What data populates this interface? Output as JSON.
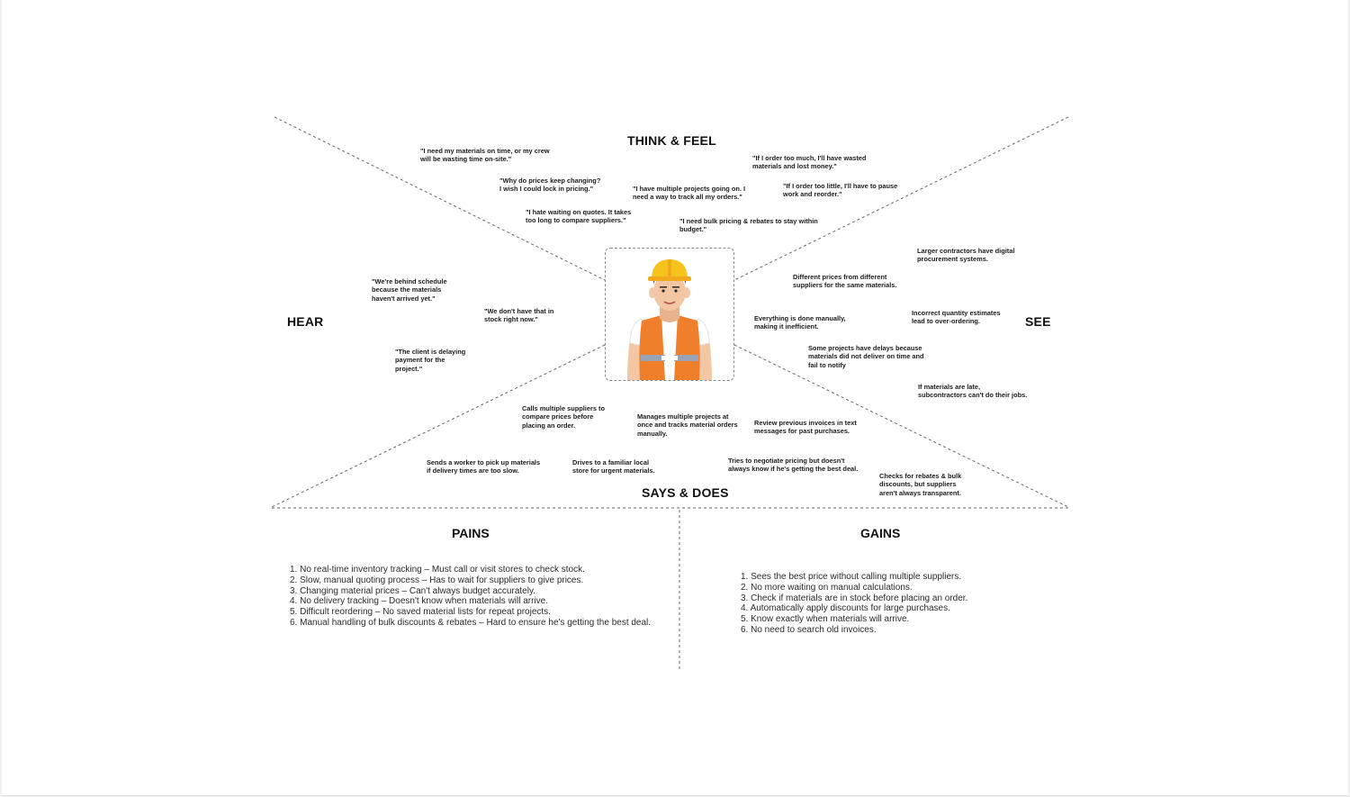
{
  "map": {
    "quadrants": {
      "think_feel": "THINK & FEEL",
      "hear": "HEAR",
      "see": "SEE",
      "says_does": "SAYS & DOES"
    },
    "think_feel_notes": [
      "\"I need my materials on time, or my crew\nwill be wasting time on-site.\"",
      "\"Why do prices keep changing?\nI wish I could lock in pricing.\"",
      "\"I hate waiting on quotes. It takes\ntoo long to compare suppliers.\"",
      "\"I have multiple projects going on. I\nneed a way to track all my orders.\"",
      "\"I need bulk pricing & rebates to stay within\nbudget.\"",
      "\"If I order too much, I'll have wasted\nmaterials and lost money.\"",
      "\"If I order too little, I'll have to pause\nwork and reorder.\""
    ],
    "hear_notes": [
      "\"We're behind schedule\nbecause the materials\nhaven't arrived yet.\"",
      "\"We don't have that in\nstock right now.\"",
      "\"The client is delaying\npayment for the\nproject.\""
    ],
    "see_notes": [
      "Larger contractors have digital\nprocurement systems.",
      "Different prices from different\nsuppliers for the same materials.",
      "Everything is done manually,\nmaking it inefficient.",
      "Incorrect quantity estimates\nlead to over-ordering.",
      "Some projects have delays because\nmaterials did not deliver on time and\nfail to notify",
      "If materials are late,\nsubcontractors can't do their jobs."
    ],
    "says_does_notes": [
      "Calls multiple suppliers to\ncompare prices before\nplacing an order.",
      "Manages multiple projects at\nonce and tracks material orders\nmanually.",
      "Review previous invoices in text\nmessages for past purchases.",
      "Sends a worker to pick up materials\nif delivery times are too slow.",
      "Drives to a familiar local\nstore for urgent materials.",
      "Tries to negotiate pricing but doesn't\nalways know if he's getting the best deal.",
      "Checks for rebates & bulk\ndiscounts, but suppliers\naren't always transparent."
    ]
  },
  "persona": {
    "icon": "construction-worker-icon",
    "colors": {
      "helmet": "#f6c21c",
      "vest": "#f07f2b",
      "stripe": "#9aa3b5",
      "shirt": "#ffffff",
      "skin": "#f3c7a4"
    }
  },
  "pains": {
    "title": "PAINS",
    "items": [
      "1. No real-time inventory tracking – Must call or visit stores to check stock.",
      "2.  Slow, manual quoting process – Has to wait for suppliers to give prices.",
      "3. Changing material prices – Can't always budget accurately.",
      "4. No delivery tracking – Doesn't know when materials will arrive.",
      "5. Difficult reordering – No saved material lists for repeat projects.",
      "6. Manual handling of bulk discounts & rebates – Hard to ensure he's getting the best deal."
    ]
  },
  "gains": {
    "title": "GAINS",
    "items": [
      "1. Sees the best price without calling multiple suppliers.",
      "2. No more waiting on manual calculations.",
      "3. Check if materials are in stock before placing an order.",
      "4. Automatically apply discounts for large purchases.",
      "5. Know exactly when materials will arrive.",
      "6. No need to search old invoices."
    ]
  }
}
